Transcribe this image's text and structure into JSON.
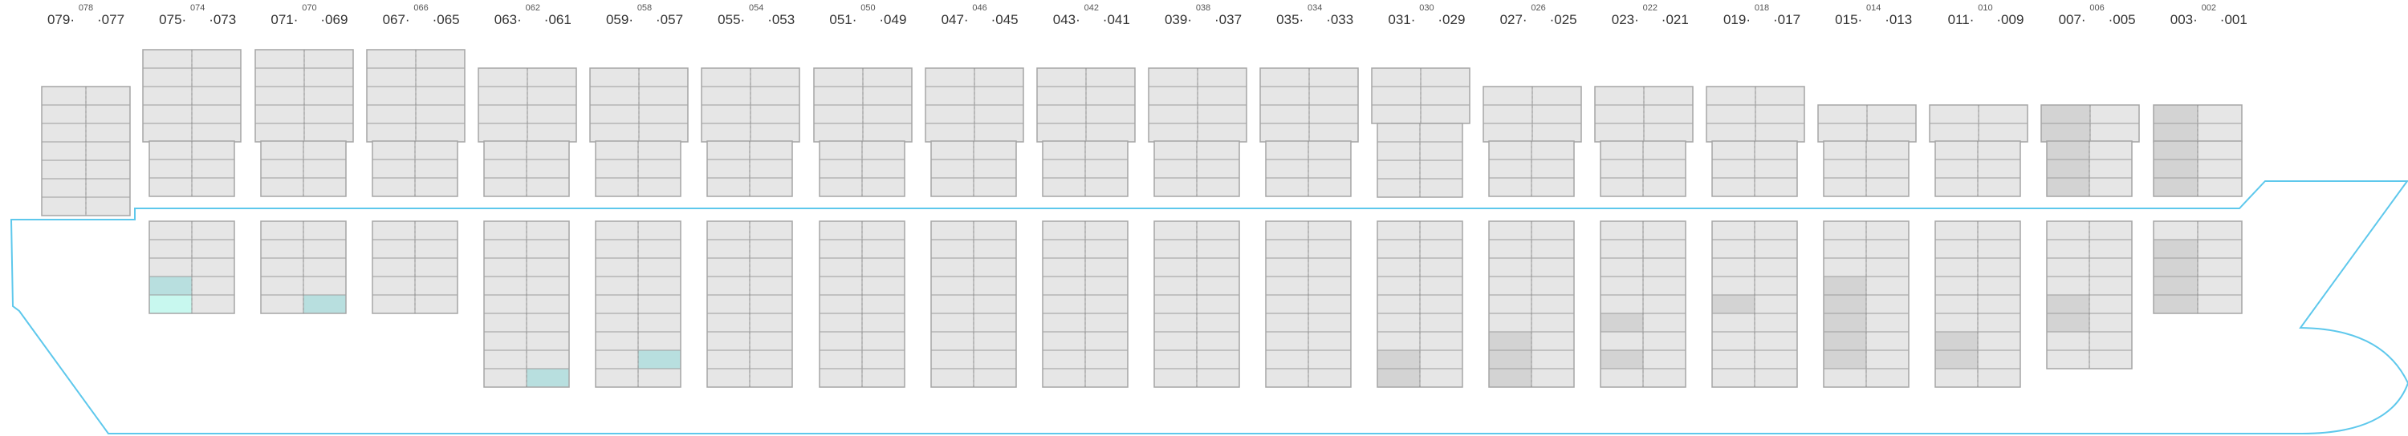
{
  "colors": {
    "empty": "#e6e6e6",
    "occupied": "#d3d3d3",
    "selected": "#b8dfdf",
    "highlight": "#c8f8ef",
    "grid_line": "#9c9c9c",
    "hull": "#5ec8ec"
  },
  "bays": [
    {
      "top": "078",
      "left": "079",
      "right": "077"
    },
    {
      "top": "074",
      "left": "075",
      "right": "073"
    },
    {
      "top": "070",
      "left": "071",
      "right": "069"
    },
    {
      "top": "066",
      "left": "067",
      "right": "065"
    },
    {
      "top": "062",
      "left": "063",
      "right": "061"
    },
    {
      "top": "058",
      "left": "059",
      "right": "057"
    },
    {
      "top": "054",
      "left": "055",
      "right": "053"
    },
    {
      "top": "050",
      "left": "051",
      "right": "049"
    },
    {
      "top": "046",
      "left": "047",
      "right": "045"
    },
    {
      "top": "042",
      "left": "043",
      "right": "041"
    },
    {
      "top": "038",
      "left": "039",
      "right": "037"
    },
    {
      "top": "034",
      "left": "035",
      "right": "033"
    },
    {
      "top": "030",
      "left": "031",
      "right": "029"
    },
    {
      "top": "026",
      "left": "027",
      "right": "025"
    },
    {
      "top": "022",
      "left": "023",
      "right": "021"
    },
    {
      "top": "018",
      "left": "019",
      "right": "017"
    },
    {
      "top": "014",
      "left": "015",
      "right": "013"
    },
    {
      "top": "010",
      "left": "011",
      "right": "009"
    },
    {
      "top": "006",
      "left": "007",
      "right": "005"
    },
    {
      "top": "002",
      "left": "003",
      "right": "001"
    }
  ]
}
